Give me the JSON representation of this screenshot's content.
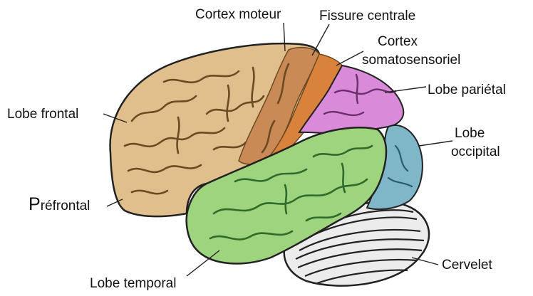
{
  "labels": {
    "motor_cortex": "Cortex moteur",
    "central_fissure": "Fissure centrale",
    "somatosensory_line1": "Cortex",
    "somatosensory_line2": "somatosensoriel",
    "parietal": "Lobe pariétal",
    "frontal": "Lobe frontal",
    "occipital_line1": "Lobe",
    "occipital_line2": "occipital",
    "prefrontal_initial": "P",
    "prefrontal_rest": "réfrontal",
    "temporal": "Lobe temporal",
    "cerebellum": "Cervelet"
  },
  "colors": {
    "frontal_lobe": "#e0bf8c",
    "motor_cortex": "#c98a55",
    "parietal_lobe": "#d98ad8",
    "occipital_lobe": "#7fb7c8",
    "temporal_lobe": "#9fd47e",
    "cerebellum": "#e8e8e8"
  }
}
